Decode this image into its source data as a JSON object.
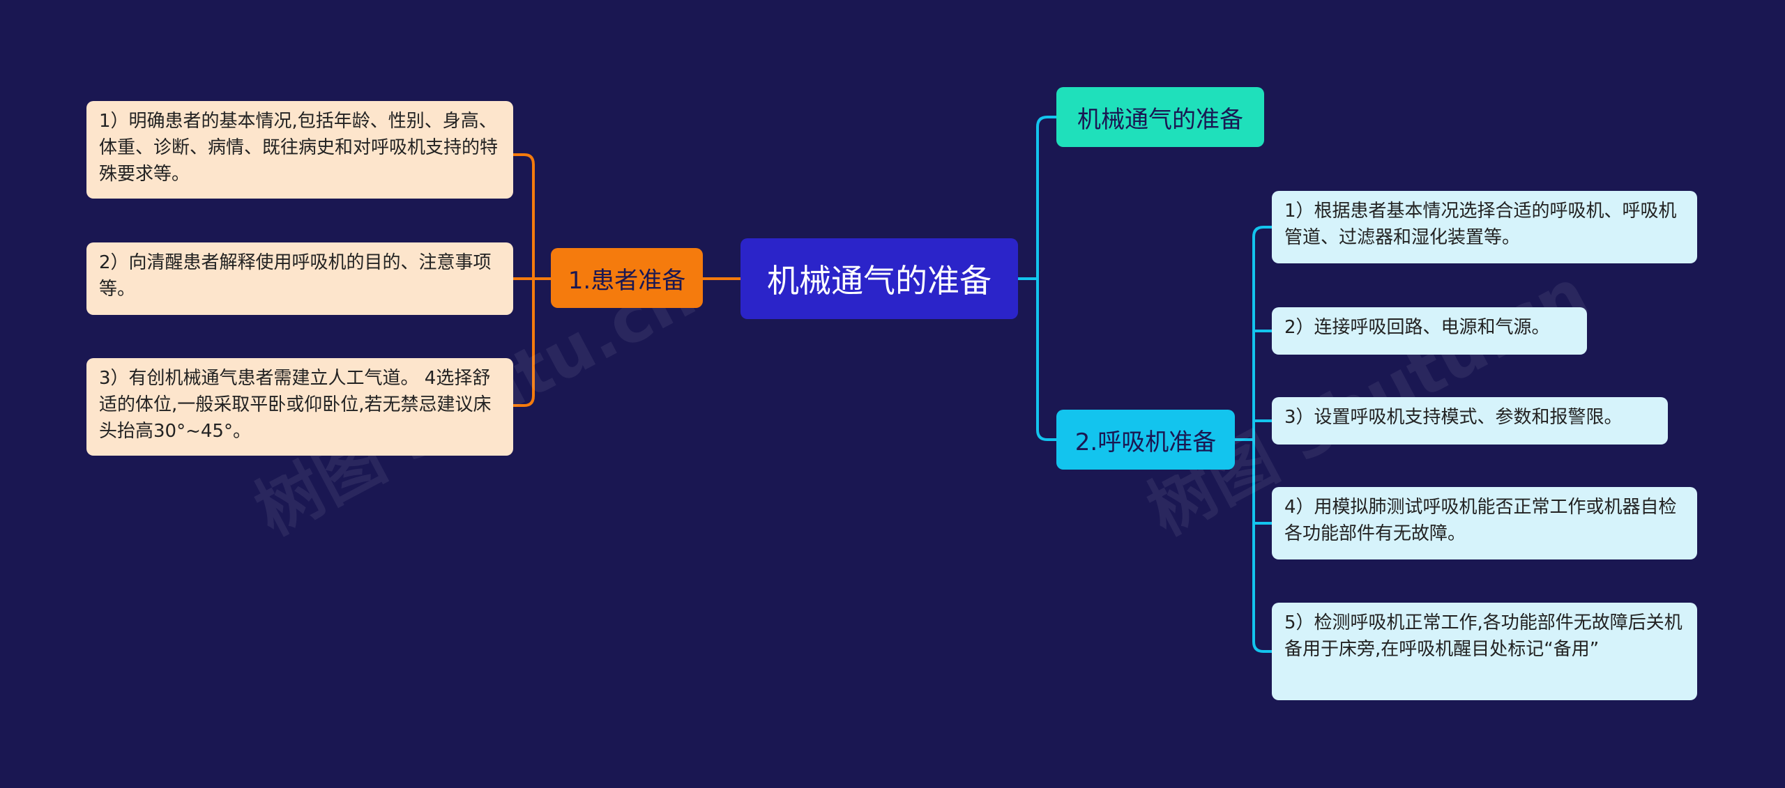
{
  "root": {
    "label": "机械通气的准备"
  },
  "branches": {
    "patient": {
      "label": "1.患者准备",
      "items": [
        "1）明确患者的基本情况,包括年龄、性别、身高、体重、诊断、病情、既往病史和对呼吸机支持的特殊要求等。",
        "2）向清醒患者解释使用呼吸机的目的、注意事项等。",
        "3）有创机械通气患者需建立人工气道。 4选择舒适的体位,一般采取平卧或仰卧位,若无禁忌建议床头抬高30°~45°。"
      ]
    },
    "title": {
      "label": "机械通气的准备"
    },
    "ventilator": {
      "label": "2.呼吸机准备",
      "items": [
        "1）根据患者基本情况选择合适的呼吸机、呼吸机管道、过滤器和湿化装置等。",
        "2）连接呼吸回路、电源和气源。",
        "3）设置呼吸机支持模式、参数和报警限。",
        "4）用模拟肺测试呼吸机能否正常工作或机器自检各功能部件有无故障。",
        "5）检测呼吸机正常工作,各功能部件无故障后关机备用于床旁,在呼吸机醒目处标记“备用”"
      ]
    }
  },
  "watermark": "树图 shutu.cn",
  "colors": {
    "background": "#1a1752",
    "root": "#2b24c9",
    "patient_branch": "#f57b0d",
    "patient_leaf": "#fde5cc",
    "title_branch": "#1fe0bb",
    "vent_branch": "#13c4ee",
    "vent_leaf": "#d6f3fb"
  }
}
